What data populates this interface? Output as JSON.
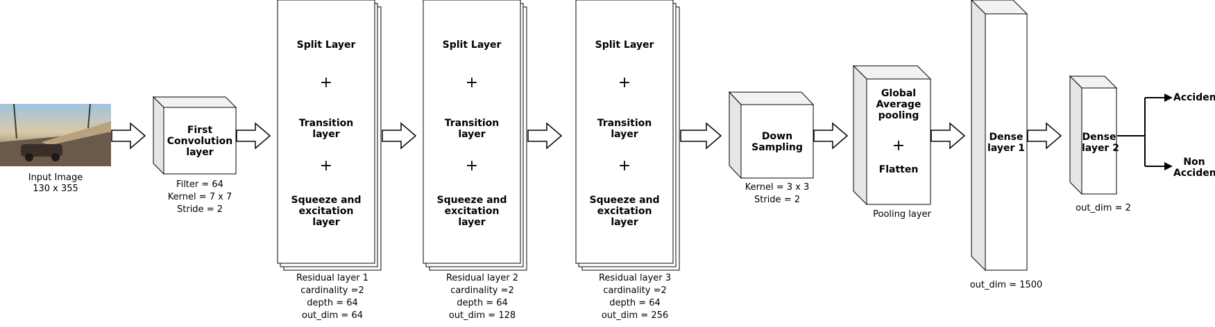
{
  "input": {
    "label": "Input Image",
    "size": "130 x 355",
    "sky_color": "#8fb6d8",
    "road_color": "#6b5a4a"
  },
  "conv": {
    "title_lines": [
      "First",
      "Convolution",
      "layer"
    ],
    "caption": [
      "Filter = 64",
      "Kernel = 7 x 7",
      "Stride = 2"
    ]
  },
  "residual": [
    {
      "split": "Split Layer",
      "plus": "+",
      "transition": [
        "Transition",
        "layer"
      ],
      "squeeze": [
        "Squeeze and",
        "excitation",
        "layer"
      ],
      "caption": [
        "Residual layer 1",
        "cardinality =2",
        "depth = 64",
        "out_dim = 64"
      ]
    },
    {
      "split": "Split Layer",
      "plus": "+",
      "transition": [
        "Transition",
        "layer"
      ],
      "squeeze": [
        "Squeeze and",
        "excitation",
        "layer"
      ],
      "caption": [
        "Residual layer 2",
        "cardinality =2",
        "depth = 64",
        "out_dim = 128"
      ]
    },
    {
      "split": "Split Layer",
      "plus": "+",
      "transition": [
        "Transition",
        "layer"
      ],
      "squeeze": [
        "Squeeze and",
        "excitation",
        "layer"
      ],
      "caption": [
        "Residual layer 3",
        "cardinality =2",
        "depth = 64",
        "out_dim = 256"
      ]
    }
  ],
  "downsampling": {
    "title_lines": [
      "Down",
      "Sampling"
    ],
    "caption": [
      "Kernel = 3 x 3",
      "Stride = 2"
    ]
  },
  "pooling": {
    "title_lines": [
      "Global",
      "Average",
      "pooling"
    ],
    "plus": "+",
    "flatten": "Flatten",
    "caption": "Pooling layer"
  },
  "dense1": {
    "title_lines": [
      "Dense",
      "layer 1"
    ],
    "caption": "out_dim = 1500"
  },
  "dense2": {
    "title_lines": [
      "Dense",
      "layer 2"
    ],
    "caption": "out_dim = 2"
  },
  "outputs": {
    "accident": "Accident",
    "non_accident": [
      "Non",
      "Accident"
    ]
  },
  "colors": {
    "stroke": "#000000",
    "fill": "#ffffff",
    "side": "#e6e6e6",
    "top": "#f2f2f2"
  }
}
